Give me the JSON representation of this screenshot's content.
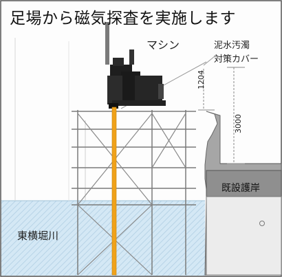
{
  "title": "足場から磁気探査を実施します",
  "labels": {
    "machine": "マシン",
    "cover_line1": "泥水汚濁",
    "cover_line2": "対策カバー",
    "existing_revetment": "既設護岸",
    "river": "東横堀川"
  },
  "dimensions": {
    "clearance": "1204",
    "height": "3000"
  },
  "colors": {
    "water": "#cfe6f4",
    "rod": "#f0a21a",
    "scaffold": "#7a7a7a",
    "machine": "#1e1e1e",
    "revetment": "#9a9a9a"
  }
}
